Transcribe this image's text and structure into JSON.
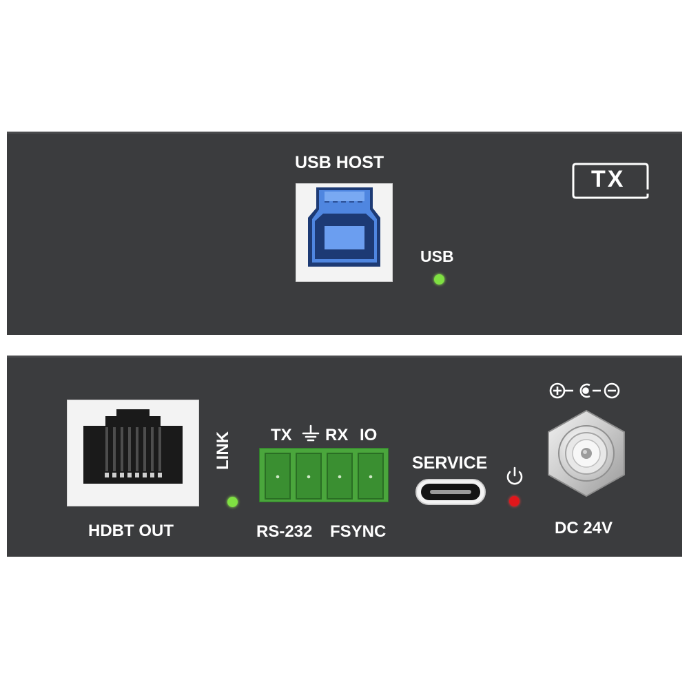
{
  "front_panel": {
    "usb_host_label": "USB HOST",
    "usb_led_label": "USB",
    "tx_badge": "TX",
    "usb_led_color": "#7fe042"
  },
  "rear_panel": {
    "hdbt_label": "HDBT OUT",
    "link_label": "LINK",
    "link_led_color": "#7fe042",
    "terminal_tx": "TX",
    "terminal_ground_icon": "ground-icon",
    "terminal_rx": "RX",
    "terminal_io": "IO",
    "rs232_label": "RS-232",
    "fsync_label": "FSYNC",
    "service_label": "SERVICE",
    "power_icon": "power-icon",
    "power_led_color": "#e2161b",
    "polarity_icon": "dc-polarity-icon",
    "dc_label": "DC 24V",
    "terminal_block_color": "#4aa63c",
    "usb_b_port_color": "#4f86e0"
  }
}
